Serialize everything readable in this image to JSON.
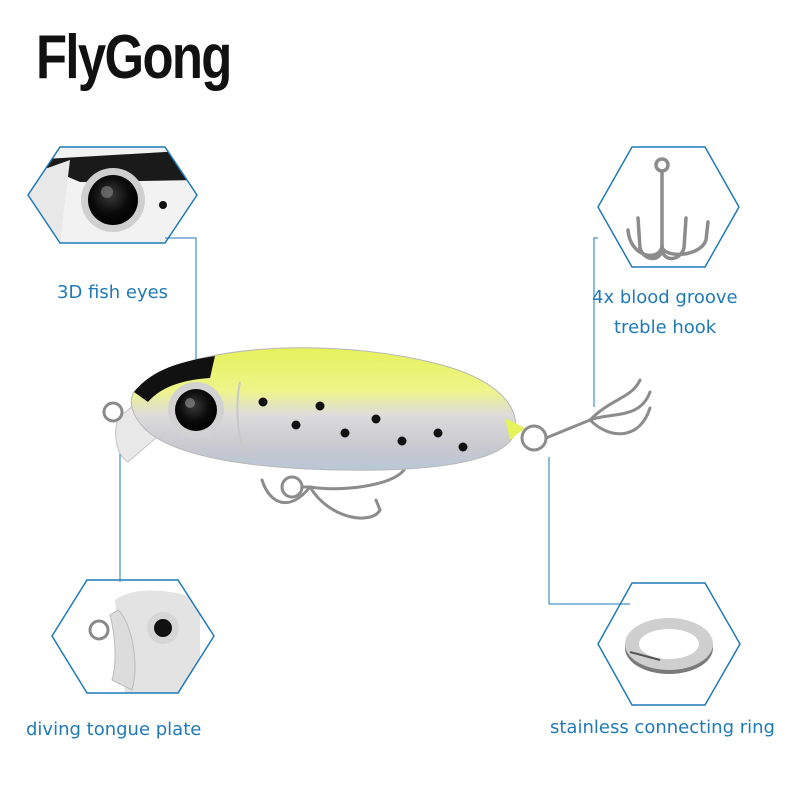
{
  "brand": "FlyGong",
  "accent_color": "#1f7ab8",
  "callouts": {
    "eyes": {
      "label": "3D fish eyes",
      "icon": "fish-eye-closeup"
    },
    "hook": {
      "label_line1": "4x blood groove",
      "label_line2": "treble hook",
      "icon": "treble-hook"
    },
    "tongue": {
      "label": "diving tongue plate",
      "icon": "diving-lip-closeup"
    },
    "ring": {
      "label": "stainless connecting ring",
      "icon": "split-ring"
    }
  },
  "product": {
    "icon": "crankbait-lure"
  }
}
